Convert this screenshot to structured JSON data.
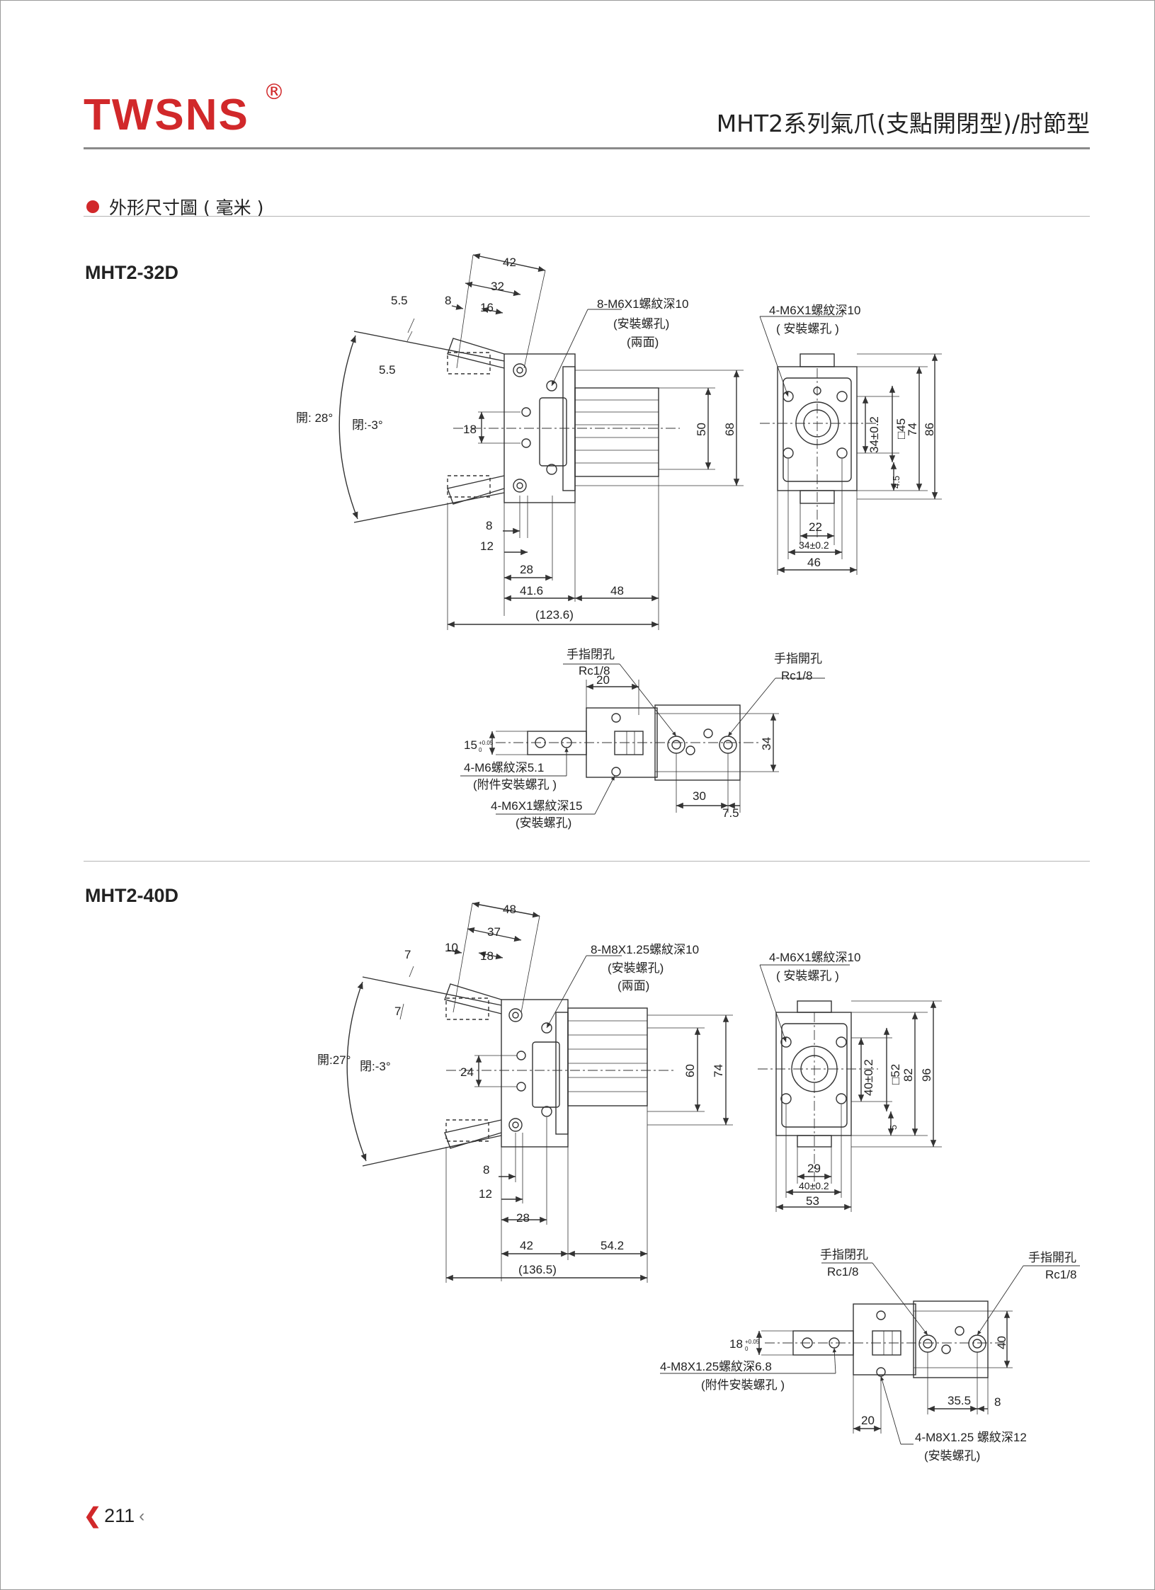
{
  "header": {
    "brand": "TWSNS",
    "registered_mark": "®",
    "title": "MHT2系列氣爪(支點開閉型)/肘節型"
  },
  "section": {
    "title": "外形尺寸圖 ( 毫米 )"
  },
  "models": [
    {
      "name": "MHT2-32D",
      "side_view": {
        "dims_top": [
          "42",
          "32",
          "16",
          "8",
          "5.5",
          "5.5"
        ],
        "angles": [
          "開: 28°",
          "閉:-3°"
        ],
        "dims_left": [
          "18"
        ],
        "dims_bottom": [
          "8",
          "12",
          "28",
          "41.6",
          "48",
          "(123.6)"
        ],
        "dims_right": [
          "50",
          "68"
        ],
        "callout_holes": [
          "8-M6X1螺紋深10",
          "(安裝螺孔)",
          "(兩面)"
        ]
      },
      "end_view": {
        "callout": [
          "4-M6X1螺紋深10",
          "( 安裝螺孔 )"
        ],
        "dims_vertical": [
          "34±0.2",
          "□45",
          "74",
          "86",
          "4.5"
        ],
        "dims_horizontal": [
          "22",
          "34±0.2",
          "46"
        ]
      },
      "top_view": {
        "port_close": [
          "手指閉孔",
          "Rc1/8"
        ],
        "port_open": [
          "手指開孔",
          "Rc1/8"
        ],
        "dims": [
          "20",
          "34",
          "30",
          "7.5"
        ],
        "tolerance_dim": "15",
        "tolerance_sup": "+0.05",
        "tolerance_sub": "0",
        "callouts": [
          "4-M6螺紋深5.1",
          "(附件安裝螺孔 )",
          "4-M6X1螺紋深15",
          "(安裝螺孔)"
        ]
      }
    },
    {
      "name": "MHT2-40D",
      "side_view": {
        "dims_top": [
          "48",
          "37",
          "18",
          "10",
          "7",
          "7"
        ],
        "angles": [
          "開:27°",
          "閉:-3°"
        ],
        "dims_left": [
          "24"
        ],
        "dims_bottom": [
          "8",
          "12",
          "28",
          "42",
          "54.2",
          "(136.5)"
        ],
        "dims_right": [
          "60",
          "74"
        ],
        "callout_holes": [
          "8-M8X1.25螺紋深10",
          "(安裝螺孔)",
          "(兩面)"
        ]
      },
      "end_view": {
        "callout": [
          "4-M6X1螺紋深10",
          "( 安裝螺孔 )"
        ],
        "dims_vertical": [
          "40±0.2",
          "□52",
          "82",
          "96",
          "5"
        ],
        "dims_horizontal": [
          "29",
          "40±0.2",
          "53"
        ]
      },
      "top_view": {
        "port_close": [
          "手指閉孔",
          "Rc1/8"
        ],
        "port_open": [
          "手指開孔",
          "Rc1/8"
        ],
        "dims": [
          "40",
          "35.5",
          "8",
          "20"
        ],
        "tolerance_dim": "18",
        "tolerance_sup": "+0.05",
        "tolerance_sub": "0",
        "callouts": [
          "4-M8X1.25螺紋深6.8",
          "(附件安裝螺孔 )",
          "4-M8X1.25 螺紋深12",
          "(安裝螺孔)"
        ]
      }
    }
  ],
  "footer": {
    "page_number": "211"
  }
}
